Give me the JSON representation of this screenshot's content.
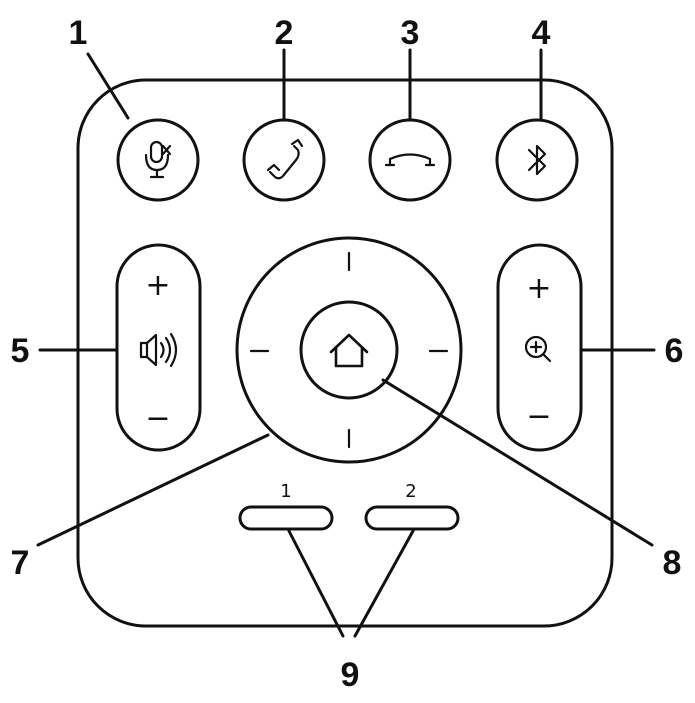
{
  "callouts": {
    "c1": "1",
    "c2": "2",
    "c3": "3",
    "c4": "4",
    "c5": "5",
    "c6": "6",
    "c7": "7",
    "c8": "8",
    "c9": "9"
  },
  "volume": {
    "plus": "+",
    "minus": "−"
  },
  "zoom": {
    "plus": "+",
    "minus": "−"
  },
  "presets": {
    "label1": "1",
    "label2": "2"
  },
  "icons": {
    "mute": "microphone-mute-icon",
    "call": "phone-answer-icon",
    "end": "phone-hangup-icon",
    "bt": "bluetooth-icon",
    "vol": "speaker-volume-icon",
    "zoom": "magnifier-zoom-icon",
    "home": "home-icon"
  }
}
